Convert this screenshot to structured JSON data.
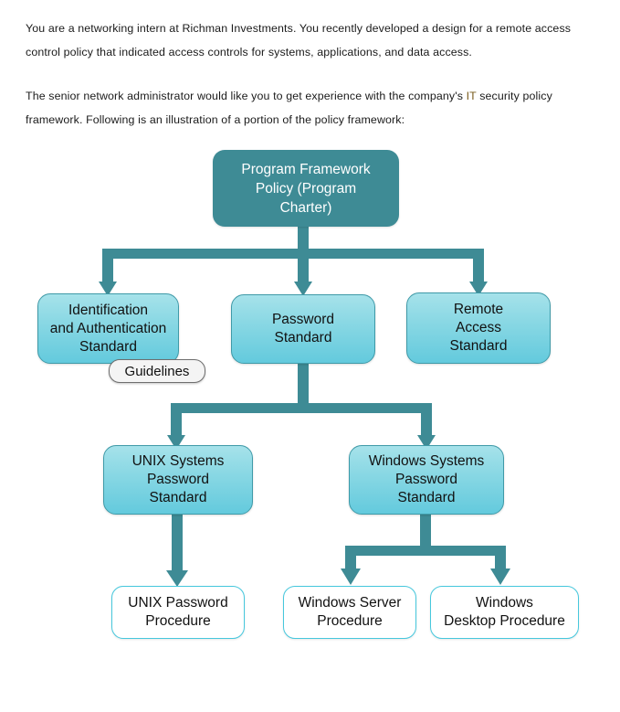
{
  "document": {
    "paragraphs": [
      {
        "id": "p1",
        "text": "You are a networking intern at Richman Investments. You recently developed a design for a remote access control policy that indicated access controls for systems, applications, and data access."
      },
      {
        "id": "p2",
        "text_before": "The senior network administrator would like you to get experience with the company's ",
        "highlight": "IT",
        "text_after": " security policy framework. Following is an illustration of a portion of the policy framework:"
      }
    ]
  },
  "diagram": {
    "title": "IT security policy framework",
    "colors": {
      "root_fill": "#3e8b95",
      "standard_fill_top": "#a6e2ea",
      "standard_fill_bottom": "#63cadd",
      "standard_border": "#3f9aa8",
      "procedure_border": "#46c8dd",
      "procedure_fill": "#ffffff",
      "connector": "#3e8b95",
      "pill_border": "#6e6e6e",
      "pill_fill": "#f4f4f4"
    },
    "nodes": [
      {
        "id": "root",
        "kind": "policy",
        "lines": [
          "Program Framework",
          "Policy (Program",
          "Charter)"
        ]
      },
      {
        "id": "ident-auth",
        "kind": "standard",
        "lines": [
          "Identification",
          "and Authentication",
          "Standard"
        ]
      },
      {
        "id": "password",
        "kind": "standard",
        "lines": [
          "Password",
          "Standard"
        ]
      },
      {
        "id": "remote-access",
        "kind": "standard",
        "lines": [
          "Remote",
          "Access",
          "Standard"
        ]
      },
      {
        "id": "unix-systems",
        "kind": "standard",
        "lines": [
          "UNIX Systems",
          "Password",
          "Standard"
        ]
      },
      {
        "id": "windows-systems",
        "kind": "standard",
        "lines": [
          "Windows Systems",
          "Password",
          "Standard"
        ]
      },
      {
        "id": "unix-proc",
        "kind": "procedure",
        "lines": [
          "UNIX Password",
          "Procedure"
        ]
      },
      {
        "id": "winserver-proc",
        "kind": "procedure",
        "lines": [
          "Windows Server",
          "Procedure"
        ]
      },
      {
        "id": "windesktop-proc",
        "kind": "procedure",
        "lines": [
          "Windows",
          "Desktop Procedure"
        ]
      }
    ],
    "badge": {
      "id": "guidelines",
      "label": "Guidelines"
    },
    "edges": [
      {
        "from": "root",
        "to": "ident-auth"
      },
      {
        "from": "root",
        "to": "password"
      },
      {
        "from": "root",
        "to": "remote-access"
      },
      {
        "from": "password",
        "to": "unix-systems"
      },
      {
        "from": "password",
        "to": "windows-systems"
      },
      {
        "from": "unix-systems",
        "to": "unix-proc"
      },
      {
        "from": "windows-systems",
        "to": "winserver-proc"
      },
      {
        "from": "windows-systems",
        "to": "windesktop-proc"
      }
    ]
  }
}
